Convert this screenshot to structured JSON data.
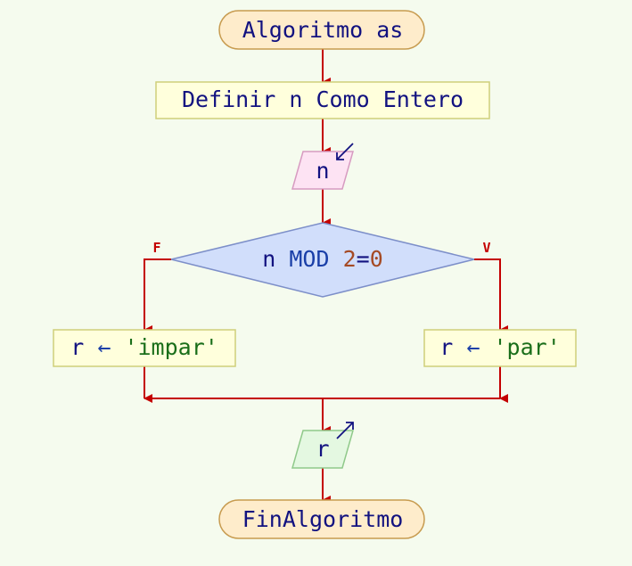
{
  "flowchart": {
    "start": {
      "text": "Algoritmo as"
    },
    "define": {
      "text": "Definir n Como Entero"
    },
    "input": {
      "var": "n"
    },
    "decision": {
      "var": "n",
      "op": "MOD",
      "num": "2",
      "eq": "=",
      "zero": "0",
      "false_label": "F",
      "true_label": "V"
    },
    "assign_false": {
      "var": "r",
      "arrow": "←",
      "value": "'impar'"
    },
    "assign_true": {
      "var": "r",
      "arrow": "←",
      "value": "'par'"
    },
    "output": {
      "var": "r"
    },
    "end": {
      "text": "FinAlgoritmo"
    }
  },
  "colors": {
    "background": "#f5fbee",
    "line": "#c40000",
    "text": "#121280",
    "keyword": "#1a3fa8",
    "number": "#a54a24",
    "string": "#1a6e1a",
    "terminal_fill": "#feeccb",
    "terminal_stroke": "#c79b4f",
    "process_fill": "#ffffdc",
    "process_stroke": "#cfcf7a",
    "input_fill": "#fde3f3",
    "input_stroke": "#d79bc1",
    "output_fill": "#e4f8e1",
    "output_stroke": "#8fc98a",
    "decision_fill": "#d1defb",
    "decision_stroke": "#7d8fc9"
  }
}
